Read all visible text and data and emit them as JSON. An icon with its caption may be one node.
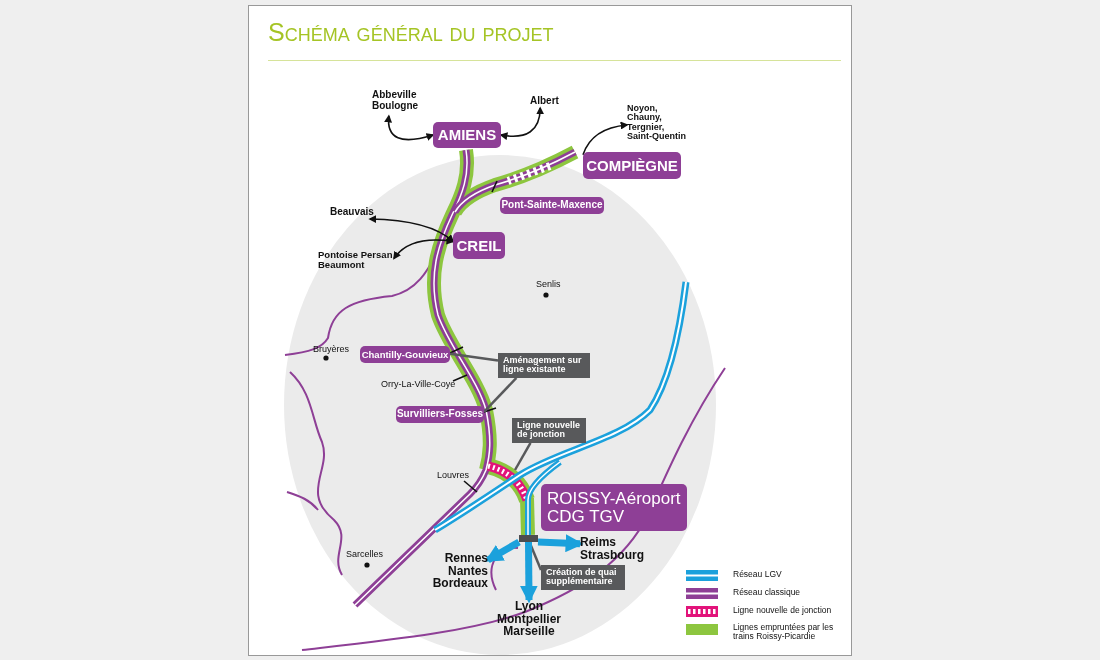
{
  "diagram": {
    "title": "Schéma général du projet",
    "nodes": [
      {
        "text": [
          "AMIENS"
        ]
      },
      {
        "text": [
          "Abbeville Boulogne"
        ]
      },
      {
        "text": [
          "Albert"
        ]
      },
      {
        "text": [
          "COMPIÈGNE"
        ]
      },
      {
        "text": [
          "Noyon, Chauny, Tergnier, Saint-Quentin"
        ]
      },
      {
        "text": [
          "Pont-Sainte-Maxence"
        ]
      },
      {
        "text": [
          "CREIL"
        ]
      },
      {
        "text": [
          "Beauvais"
        ]
      },
      {
        "text": [
          "Pontoise Persan Beaumont"
        ]
      },
      {
        "text": [
          "Chantilly-Gouvieux"
        ]
      },
      {
        "text": [
          "Aménagement sur ligne existante"
        ]
      },
      {
        "text": [
          "Survilliers-Fosses"
        ]
      },
      {
        "text": [
          "Ligne nouvelle de jonction"
        ]
      },
      {
        "text": [
          "ROISSY-Aéroport CDG TGV"
        ]
      },
      {
        "text": [],
        "shape": "bar"
      },
      {
        "text": [
          "Reims Strasbourg"
        ]
      },
      {
        "text": [
          "Rennes Nantes Bordeaux"
        ]
      },
      {
        "text": [
          "Lyon Montpellier Marseille"
        ]
      },
      {
        "text": [
          "Création de quai supplémentaire"
        ]
      }
    ],
    "edges": [
      {
        "from": 0,
        "to": 1,
        "arrow": "both"
      },
      {
        "from": 0,
        "to": 2,
        "arrow": "both"
      },
      {
        "from": 3,
        "to": 4,
        "arrow": "to"
      },
      {
        "from": 6,
        "to": 7,
        "arrow": "both"
      },
      {
        "from": 6,
        "to": 8,
        "arrow": "both"
      },
      {
        "from": 10,
        "to": 9,
        "arrow": "none",
        "color": "#58595b"
      },
      {
        "from": 10,
        "to": 11,
        "arrow": "none",
        "color": "#58595b"
      },
      {
        "from": 12,
        "to": null,
        "arrow": "none",
        "color": "#58595b"
      },
      {
        "from": 18,
        "to": 14,
        "arrow": "none",
        "color": "#58595b"
      },
      {
        "from": 14,
        "to": 15,
        "arrow": "to",
        "style": "thick",
        "color": "#1ba1dc"
      },
      {
        "from": 14,
        "to": 16,
        "arrow": "to",
        "style": "thick",
        "color": "#1ba1dc"
      },
      {
        "from": 14,
        "to": 17,
        "arrow": "to",
        "style": "thick",
        "color": "#1ba1dc"
      }
    ],
    "labels": [
      "Senlis",
      "Bruyères",
      "Orry-La-Ville-Coye",
      "Louvres",
      "Sarcelles"
    ],
    "legend": [
      {
        "text": "Réseau LGV",
        "color": "#1ba1dc"
      },
      {
        "text": "Réseau classique",
        "color": "#8e3f96"
      },
      {
        "text": "Ligne nouvelle de jonction"
      },
      {
        "text": "Lignes empruntées par les trains Roissy-Picardie",
        "color": "#8dc63f"
      }
    ]
  }
}
